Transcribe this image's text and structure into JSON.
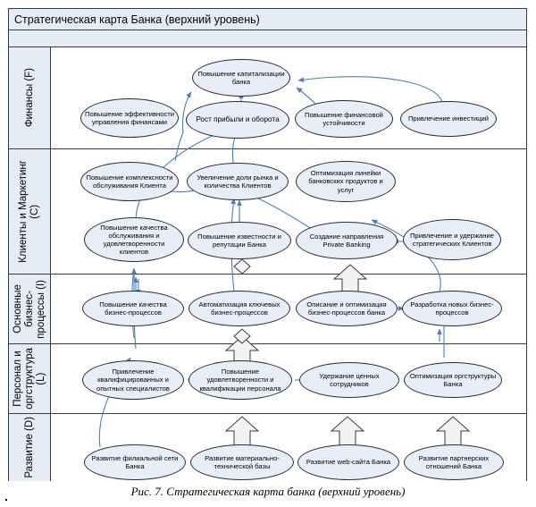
{
  "figure": {
    "title": "Стратегическая карта Банка (верхний уровень)",
    "caption": "Рис. 7. Стратегическая карта банка (верхний уровень)"
  },
  "colors": {
    "node_fill": "#e8eef7",
    "node_stroke": "#2b2b2b",
    "header_fill": "#e5ecf5",
    "frame_stroke": "#3a3a3a",
    "arrow_blue": "#4a7ebb",
    "thick_arrow_stroke": "#3a3a3a"
  },
  "perspectives": [
    {
      "id": "F",
      "label": "Финансы (F)"
    },
    {
      "id": "C",
      "label": "Клиенты и Маркетинг\n(С)"
    },
    {
      "id": "I",
      "label": "Основные\nбизнес-\nпроцессы (I)"
    },
    {
      "id": "L",
      "label": "Персонал и\nоргструктура\n(L)"
    },
    {
      "id": "D",
      "label": "Развитие (D)"
    }
  ],
  "nodes": {
    "f_capitalization": "Повышение капитализации банка",
    "f_efficiency": "Повышение эффективности управления финансами",
    "f_profit": "Рост прибыли и оборота",
    "f_stability": "Повышение финансовой устойчивости",
    "f_investments": "Привлечение инвестиций",
    "c_complexity": "Повышение комплексности обслуживания Клиента",
    "c_market_share": "Увеличение доли рынка и количества Клиентов",
    "c_product_line": "Оптимизация линейки банковских продуктов и услуг",
    "c_service_quality": "Повышение качества обслуживания и удовлетворенности клиентов",
    "c_reputation": "Повышение известности и репутации Банка",
    "c_private_banking": "Создание направления Private Banking",
    "c_strategic_clients": "Привлечение и удержание стратегических Клиентов",
    "i_bp_quality": "Повышение качества бизнес-процессов",
    "i_bp_automation": "Автоматизация ключевых бизнес-процессов",
    "i_bp_description": "Описание и оптимизация бизнес-процессов банка",
    "i_bp_new": "Разработка новых бизнес-процессов",
    "l_hiring": "Привлечение квалифицированных и опытных специалистов",
    "l_satisfaction": "Повышение удовлетворенности и квалификации персонала",
    "l_retention": "Удержание ценных сотрудников",
    "l_orgstructure": "Оптимизация оргструктуры Банка",
    "d_branch_network": "Развитие филиальной сети Банка",
    "d_material_base": "Развитие материально-технической базы",
    "d_website": "Развитие web-сайта Банка",
    "d_partnerships": "Развитие партнерских отношений Банка"
  }
}
